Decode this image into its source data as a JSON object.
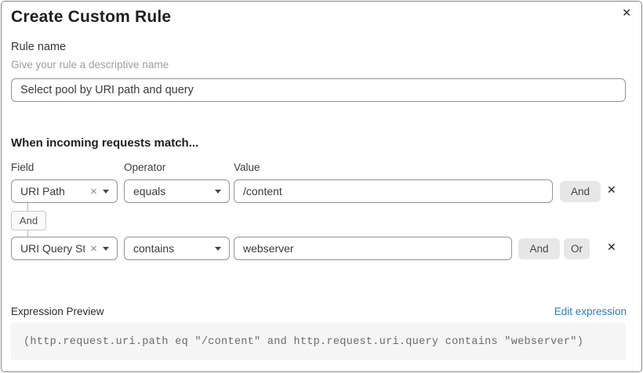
{
  "dialog": {
    "title": "Create Custom Rule",
    "close_icon": "✕"
  },
  "rule_name": {
    "label": "Rule name",
    "hint": "Give your rule a descriptive name",
    "value": "Select pool by URI path and query"
  },
  "match": {
    "heading": "When incoming requests match...",
    "col_field": "Field",
    "col_operator": "Operator",
    "col_value": "Value",
    "connector": "And",
    "rows": [
      {
        "field": "URI Path",
        "clear_icon": "×",
        "operator": "equals",
        "value": "/content",
        "and_label": "And",
        "remove_icon": "✕"
      },
      {
        "field": "URI Query St...",
        "clear_icon": "×",
        "operator": "contains",
        "value": "webserver",
        "and_label": "And",
        "or_label": "Or",
        "remove_icon": "✕"
      }
    ]
  },
  "expression": {
    "label": "Expression Preview",
    "edit_link": "Edit expression",
    "code": "(http.request.uri.path eq \"/content\" and http.request.uri.query contains \"webserver\")"
  },
  "colors": {
    "dialog_border": "#8a8a8a",
    "field_border": "#949494",
    "button_bg": "#e7e7e7",
    "badge_bg": "#fafafa",
    "code_bg": "#f5f5f5",
    "link_blue": "#2e7cb5",
    "hint_gray": "#9e9e9e"
  }
}
